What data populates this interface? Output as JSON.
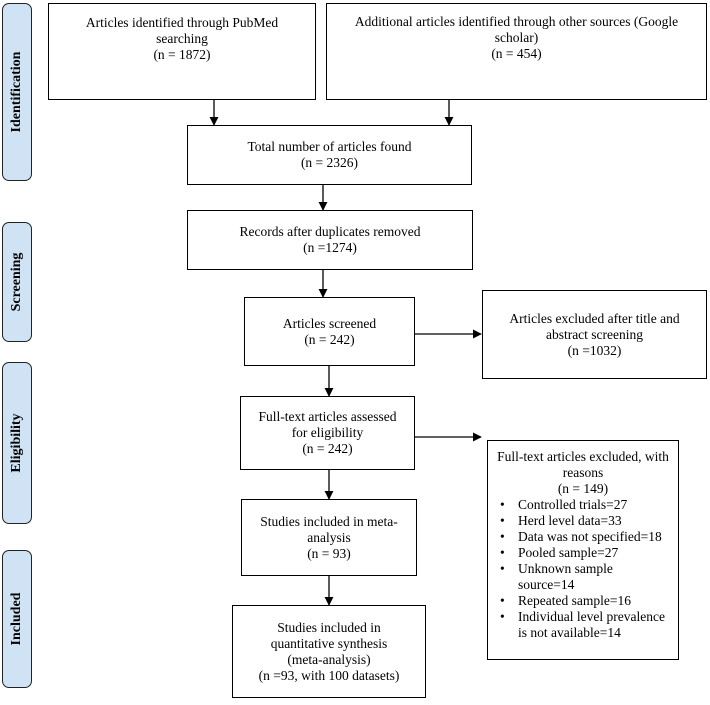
{
  "stages": {
    "identification": "Identification",
    "screening": "Screening",
    "eligibility": "Eligibility",
    "included": "Included"
  },
  "boxes": {
    "pubmed": {
      "line1": "Articles identified through PubMed",
      "line2": "searching",
      "line3": "(n = 1872)"
    },
    "other": {
      "line1": "Additional articles identified through other sources (Google",
      "line2": "scholar)",
      "line3": "(n = 454)"
    },
    "total": {
      "line1": "Total number of articles found",
      "line2": "(n = 2326)"
    },
    "duplicates": {
      "line1": "Records after duplicates removed",
      "line2": "(n =1274)"
    },
    "screened": {
      "line1": "Articles screened",
      "line2": "(n = 242)"
    },
    "excluded_title": {
      "line1": "Articles excluded after title and",
      "line2": "abstract screening",
      "line3": "(n =1032)"
    },
    "fulltext": {
      "line1": "Full-text articles assessed",
      "line2": "for eligibility",
      "line3": "(n = 242)"
    },
    "meta": {
      "line1": "Studies included in meta-",
      "line2": "analysis",
      "line3": "(n = 93)"
    },
    "quant": {
      "line1": "Studies included in",
      "line2": "quantitative synthesis",
      "line3": "(meta-analysis)",
      "line4": "(n =93, with 100 datasets)"
    }
  },
  "excluded_fulltext": {
    "line1": "Full-text articles excluded, with",
    "line2": "reasons",
    "line3": "(n = 149)",
    "bullet": "•",
    "reasons": [
      "Controlled trials=27",
      "Herd level data=33",
      "Data was not specified=18",
      "Pooled sample=27",
      "Unknown sample",
      "source=14",
      "Repeated sample=16",
      "Individual level prevalence",
      "is not available=14"
    ]
  }
}
